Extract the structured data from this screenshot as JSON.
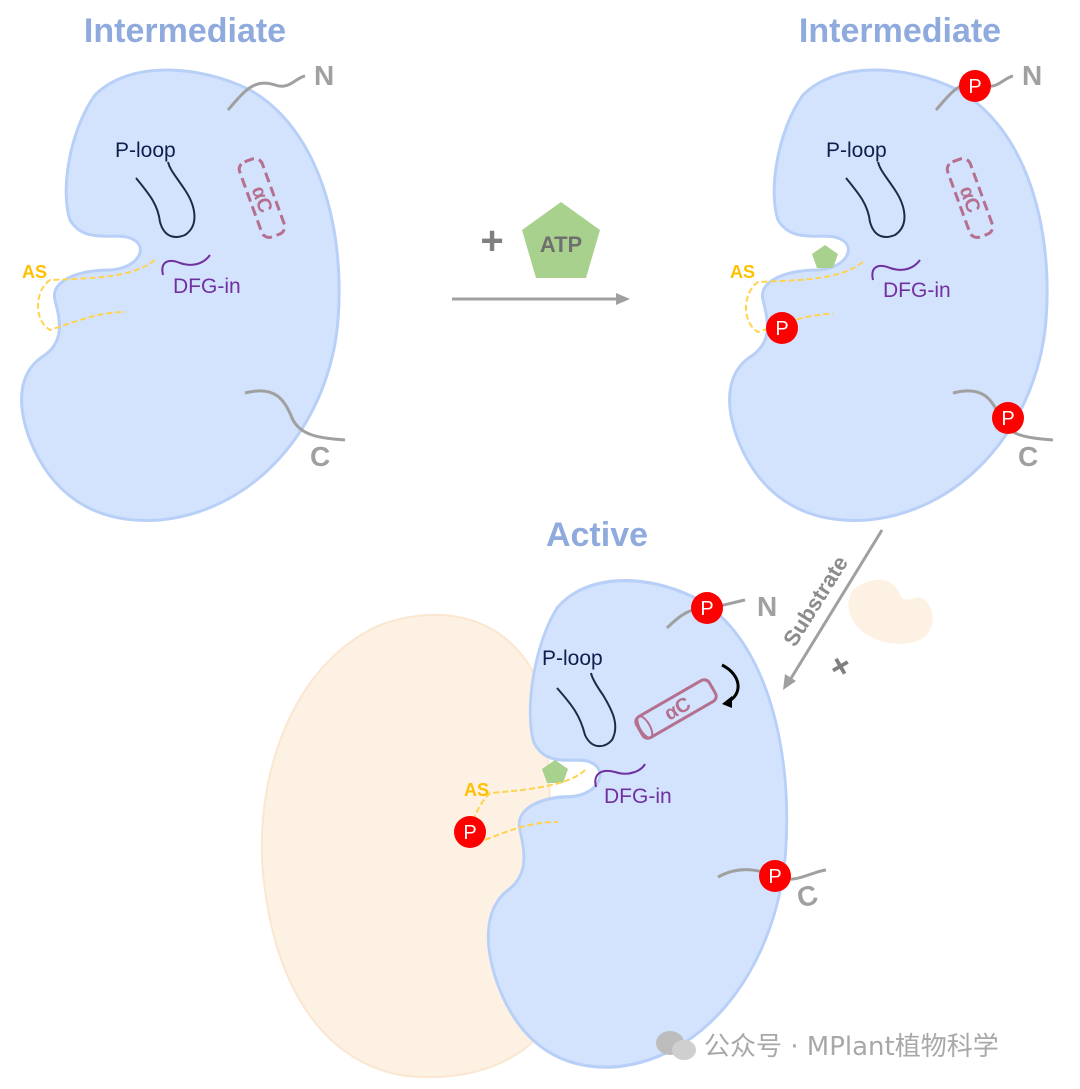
{
  "panels": {
    "intermediate1": {
      "title": "Intermediate",
      "n": "N",
      "c": "C",
      "ploop": "P-loop",
      "dfg": "DFG-in",
      "as": "AS",
      "ac": "αC"
    },
    "intermediate2": {
      "title": "Intermediate",
      "n": "N",
      "c": "C",
      "ploop": "P-loop",
      "dfg": "DFG-in",
      "as": "AS",
      "ac": "αC",
      "phospho": "P"
    },
    "active": {
      "title": "Active",
      "n": "N",
      "c": "C",
      "ploop": "P-loop",
      "dfg": "DFG-in",
      "as": "AS",
      "ac": "αC",
      "phospho": "P"
    }
  },
  "arrows": {
    "atp": {
      "plus": "+",
      "label": "ATP"
    },
    "substrate": {
      "label": "Substrate",
      "plus": "+"
    }
  },
  "watermark": "公众号 · MPlant植物科学",
  "colors": {
    "kinase": "#d3e3fd",
    "substrate": "#fdf1e3",
    "phospho": "#ff0000",
    "atp": "#a9d18e",
    "title": "#8faadc"
  }
}
